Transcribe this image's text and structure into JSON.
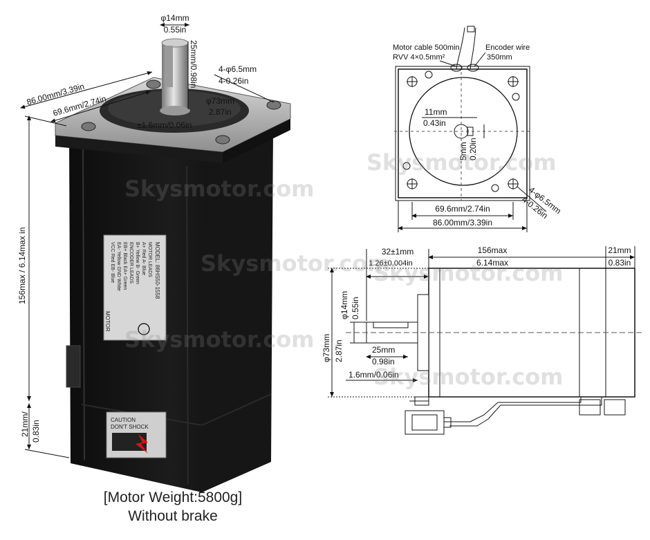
{
  "photo": {
    "labels": {
      "shaft_dia": "φ14mm",
      "shaft_dia_in": "0.55in",
      "shaft_len": "25mm/0.98in",
      "holes": "4-φ6.5mm",
      "holes_in": "4-0.26in",
      "flange": "86.00mm/3.39in",
      "hole_pitch": "69.6mm/2.74in",
      "pilot": "φ73mm",
      "pilot_in": "2.87in",
      "pilot_height": "±1.6mm/0.06in",
      "body_len": "156max / 6.14max in",
      "rear_len": "21mm/",
      "rear_len_in": "0.83in"
    },
    "nameplate": {
      "model": "MODEL: 86HS50-1558",
      "l1": "MOTOR LEADS",
      "l2": "A+ Red  A- Blue",
      "l3": "B+ Yellow  B- Green",
      "l4": "ENCODER LEADS",
      "l5": "EB+ Black  EA+ Green",
      "l6": "EA- Yellow  GND White",
      "l7": "VCC Red  EB- Blue",
      "brand": "MOTOR"
    },
    "caution": {
      "line1": "CAUTION",
      "line2": "DON'T SHOCK"
    }
  },
  "front_view": {
    "cable_label": "Motor cable 500min",
    "cable_spec": "RVV 4×0.5mm²",
    "encoder_label": "Encoder wire",
    "encoder_len": "350mm",
    "key_width": "11mm",
    "key_width_in": "0.43in",
    "key_depth": "5mm",
    "key_depth_in": "0.20in",
    "holes": "4-φ6.5mm",
    "holes_in": "4-0.26in",
    "hole_pitch": "69.6mm/2.74in",
    "flange": "86.00mm/3.39in"
  },
  "side_view": {
    "shaft_len": "32±1mm",
    "shaft_len_in": "1.26±0.004in",
    "body_len": "156max",
    "body_len_in": "6.14max",
    "rear_len": "21mm",
    "rear_len_in": "0.83in",
    "shaft_dia": "φ14mm",
    "shaft_dia_in": "0.55in",
    "pilot": "φ73mm",
    "pilot_in": "2.87in",
    "key_len": "25mm",
    "key_len_in": "0.98in",
    "pilot_height": "1.6mm/0.06in"
  },
  "caption": {
    "line1": "[Motor Weight:5800g]",
    "line2": "Without brake"
  },
  "watermark": "Skysmotor.com"
}
